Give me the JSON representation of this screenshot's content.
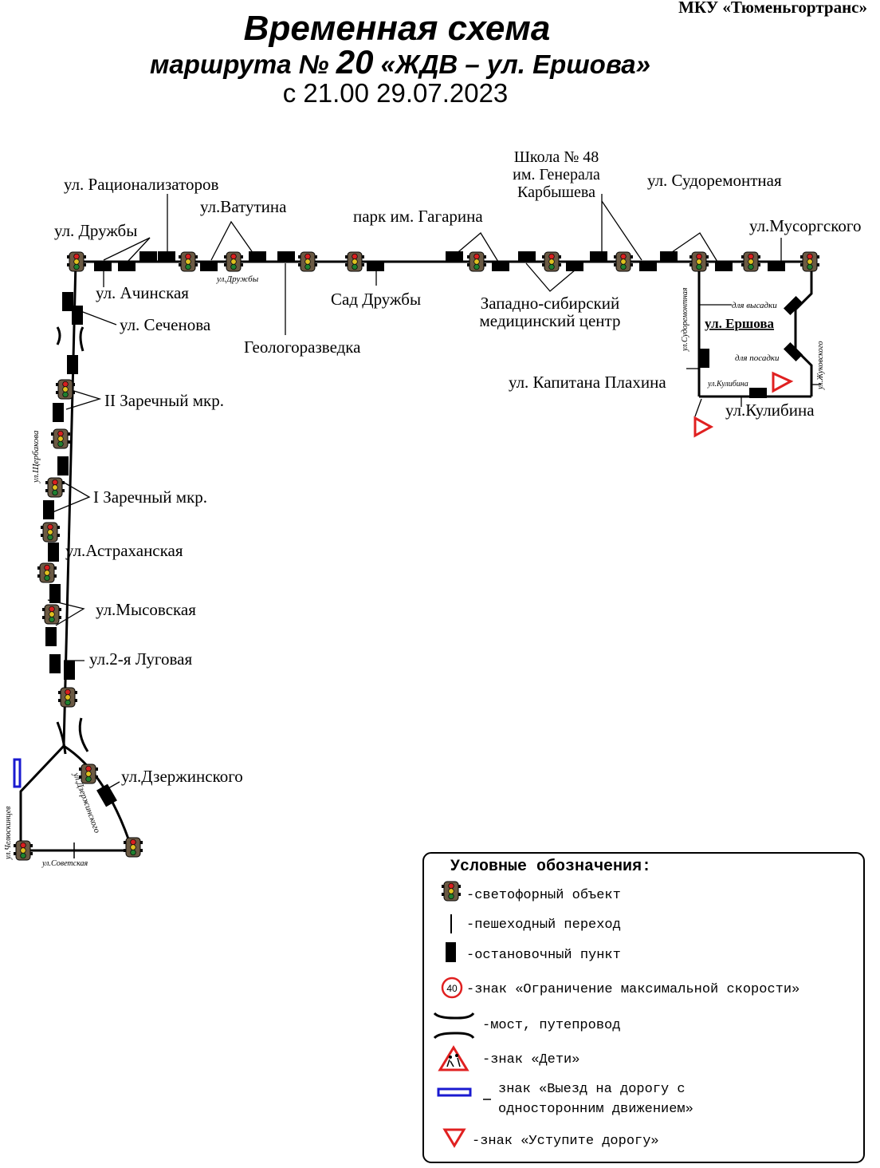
{
  "header": {
    "org": "МКУ «Тюменьгортранс»",
    "title": "Временная схема",
    "route_prefix": "маршрута № ",
    "route_number": "20",
    "route_name": " «ЖДВ – ул. Ершова»",
    "date": "с 21.00 29.07.2023"
  },
  "stops": {
    "druzhby": "ул. Дружбы",
    "ratsionalizatorov": "ул. Рационализаторов",
    "vatutina": "ул.Ватутина",
    "park_gagarina": "парк им. Гагарина",
    "school_48_l1": "Школа № 48",
    "school_48_l2": "им. Генерала",
    "school_48_l3": "Карбышева",
    "sudoremontnaya": "ул. Судоремонтная",
    "musorgskogo": "ул.Мусоргского",
    "achinskaya": "ул. Ачинская",
    "sechenova": "ул. Сеченова",
    "geologorazvedka": "Геологоразведка",
    "sad_druzhby": "Сад Дружбы",
    "zsmc_l1": "Западно-сибирский",
    "zsmc_l2": "медицинский центр",
    "ershova": "ул. Ершова",
    "kapitana_plakhina": "ул. Капитана Плахина",
    "kulibina": "ул.Кулибина",
    "zarechny_2": "II Заречный мкр.",
    "zarechny_1": "I Заречный мкр.",
    "astrakhanskaya": "ул.Астраханская",
    "mysovskaya": "ул.Мысовская",
    "lugovaya_2": "ул.2-я Луговая",
    "dzerzhinskogo": "ул.Дзержинского"
  },
  "streets": {
    "druzhby_small": "ул.Дружбы",
    "sudoremontnaya_small": "ул.Судоремонтная",
    "dlya_vysadki": "для высадки",
    "dlya_posadki": "для посадки",
    "zhukovskogo": "ул.Жуковского",
    "kulibina_small": "ул.Кулибина",
    "shcherbakova": "ул.Щербакова",
    "dzerzhinskogo_small": "ул.Дзержинского",
    "chelyuskintsev": "ул.Челюскинцев",
    "sovetskaya": "ул.Советская"
  },
  "legend": {
    "title": "Условные обозначения:",
    "traffic_light": "-светофорный объект",
    "crosswalk": "-пешеходный переход",
    "stop": "-остановочный пункт",
    "speed_limit": "-знак «Ограничение максимальной скорости»",
    "speed_value": "40",
    "bridge": "-мост, путепровод",
    "children": "-знак «Дети»",
    "one_way_l1": "знак «Выезд на дорогу с",
    "one_way_l2": "односторонним движением»",
    "give_way": "-знак «Уступите дорогу»"
  },
  "colors": {
    "route": "#000000",
    "sign_red": "#e02020",
    "sign_blue": "#1a1ad0",
    "light_red": "#d82020",
    "light_yellow": "#e0c020",
    "light_green": "#208030"
  }
}
